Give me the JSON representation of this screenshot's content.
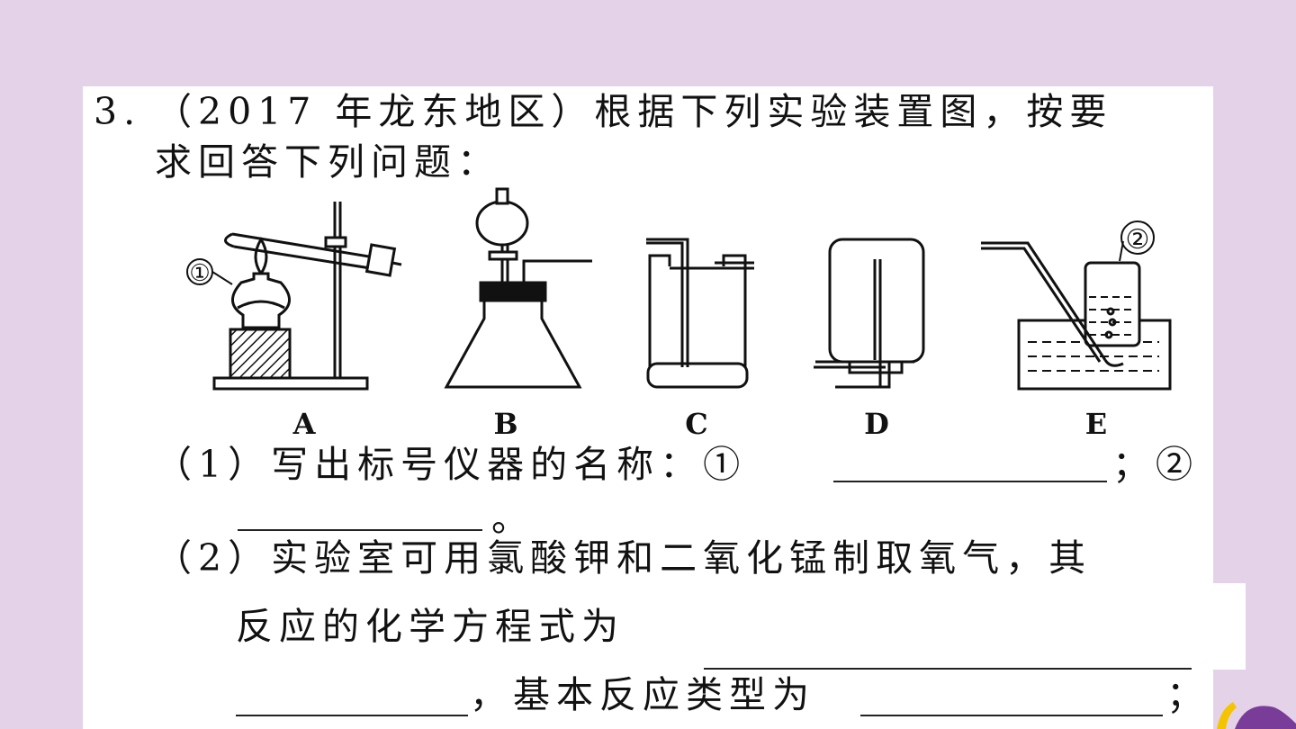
{
  "question": {
    "number": "3.",
    "intro_line1": "（2017 年龙东地区）根据下列实验装置图，按要",
    "intro_line2": "求回答下列问题："
  },
  "figure": {
    "labels": [
      "A",
      "B",
      "C",
      "D",
      "E"
    ],
    "markers": [
      "①",
      "②"
    ]
  },
  "part1": {
    "prefix": "（1）写出标号仪器的名称：①",
    "middle": "；②",
    "end": "。"
  },
  "part2": {
    "line1": "（2）实验室可用氯酸钾和二氧化锰制取氧气，其",
    "line2": "反应的化学方程式为",
    "line3_mid": "，基本反应类型为",
    "line3_end": "；"
  },
  "colors": {
    "background": "#e4d3e8",
    "card": "#ffffff",
    "deco_yellow": "#f5c400",
    "deco_purple": "#7a3c99"
  }
}
